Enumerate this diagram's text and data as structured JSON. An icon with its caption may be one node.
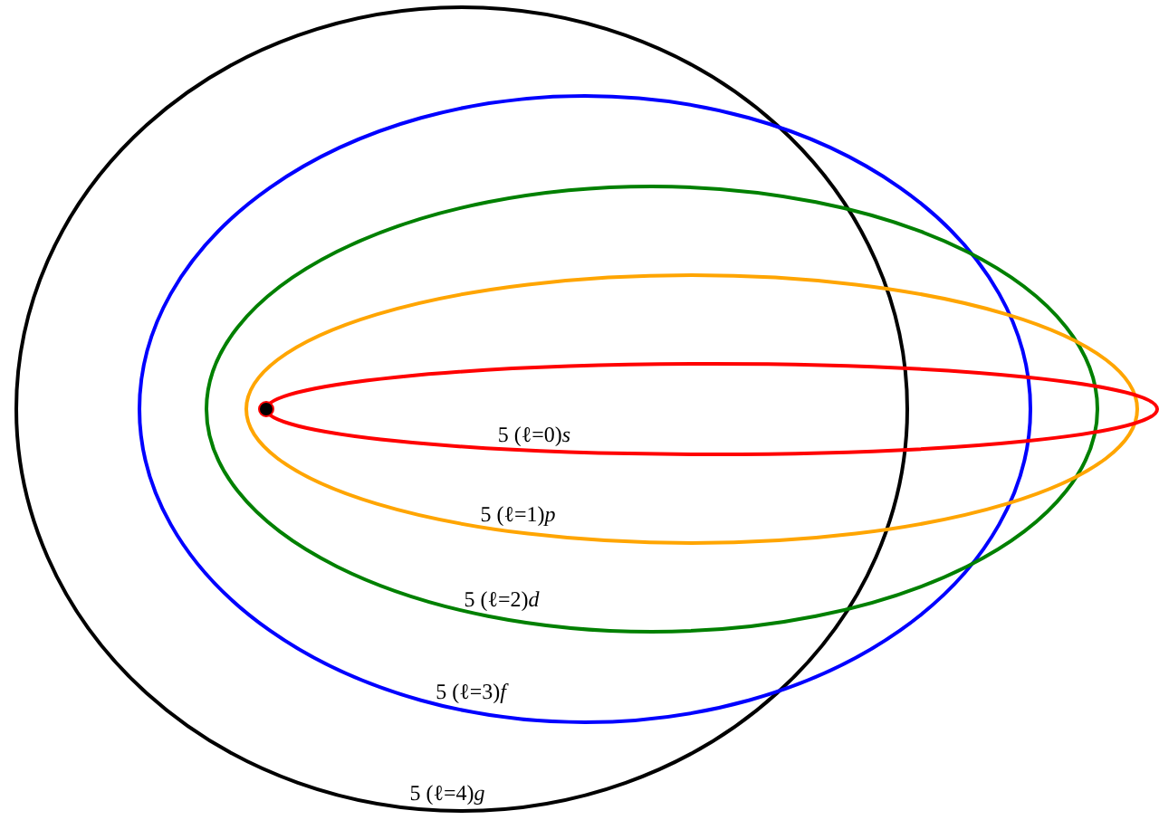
{
  "diagram": {
    "labels": [
      "5 (ℓ=0)*s*",
      "5 (ℓ=1)*p*",
      "5 (ℓ=2)*d*",
      "5 (ℓ=3)*f*",
      "5 (ℓ=4)*g*"
    ]
  }
}
